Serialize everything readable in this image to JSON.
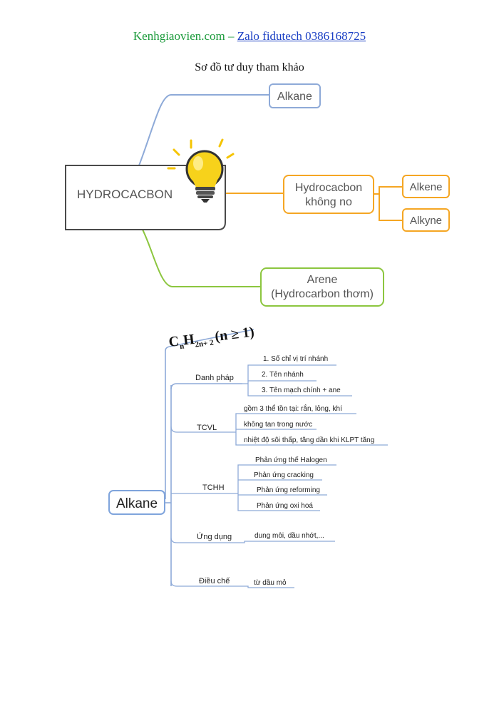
{
  "header": {
    "site": "Kenhgiaovien.com",
    "separator": " – ",
    "zalo": "Zalo fidutech 0386168725"
  },
  "subtitle": "Sơ đồ tư duy tham khảo",
  "map1": {
    "root": "HYDROCACBON",
    "alkane": "Alkane",
    "unsaturated_line1": "Hydrocacbon",
    "unsaturated_line2": "không no",
    "alkene": "Alkene",
    "alkyne": "Alkyne",
    "arene_line1": "Arene",
    "arene_line2": "(Hydrocarbon thơm)"
  },
  "map2": {
    "root": "Alkane",
    "formula": {
      "c": "C",
      "c_sub": "n",
      "h": "H",
      "h_sub": "2n+ 2",
      "condition": "(n ≥ 1)"
    },
    "branches": [
      {
        "label": "Danh pháp",
        "items": [
          "1. Số chỉ vị trí nhánh",
          "2. Tên nhánh",
          "3. Tên mạch chính + ane"
        ]
      },
      {
        "label": "TCVL",
        "items": [
          "gồm 3 thể tồn tại: rắn, lỏng, khí",
          "không tan trong nước",
          "nhiệt độ sôi thấp, tăng dần khi KLPT tăng"
        ]
      },
      {
        "label": "TCHH",
        "items": [
          "Phản ứng thế Halogen",
          "Phản ứng cracking",
          "Phản ứng reforming",
          "Phản ứng oxi hoá"
        ]
      },
      {
        "label": "Ứng dụng",
        "items": [
          "dung môi, dầu nhớt,..."
        ]
      },
      {
        "label": "Điều chế",
        "items": [
          "từ dầu mỏ"
        ]
      }
    ]
  },
  "colors": {
    "blue": "#8eaad8",
    "orange": "#f5a623",
    "green": "#8cc63f",
    "bulb": "#f5c400",
    "node_blue": "#7fa4dc"
  }
}
